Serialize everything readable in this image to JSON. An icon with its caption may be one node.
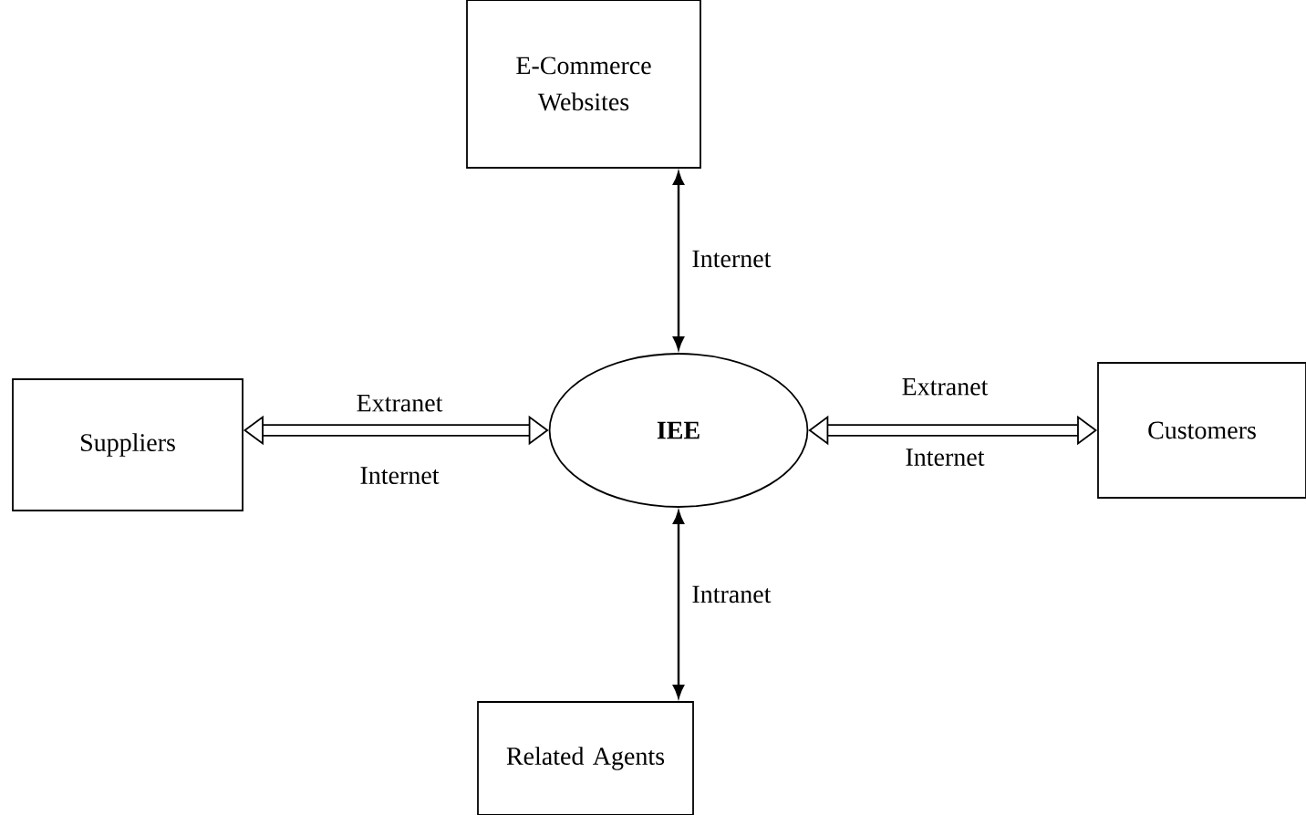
{
  "diagram": {
    "nodes": [
      {
        "text": [
          "E-Commerce Websites"
        ]
      },
      {
        "text": [
          "Suppliers"
        ]
      },
      {
        "text": [
          "IEE"
        ]
      },
      {
        "text": [
          "Customers"
        ]
      },
      {
        "text": [
          "Related Agents"
        ]
      }
    ],
    "edges": [
      {
        "from": 0,
        "to": 2,
        "arrow": "both",
        "label": "Internet"
      },
      {
        "from": 1,
        "to": 2,
        "arrow": "both",
        "label": "Extranet",
        "style": "thick"
      },
      {
        "from": 2,
        "to": 3,
        "arrow": "both",
        "label": "Extranet",
        "style": "thick"
      },
      {
        "from": 2,
        "to": 4,
        "arrow": "both",
        "label": "Intranet"
      }
    ],
    "labels": [
      "Internet",
      "Internet"
    ]
  }
}
